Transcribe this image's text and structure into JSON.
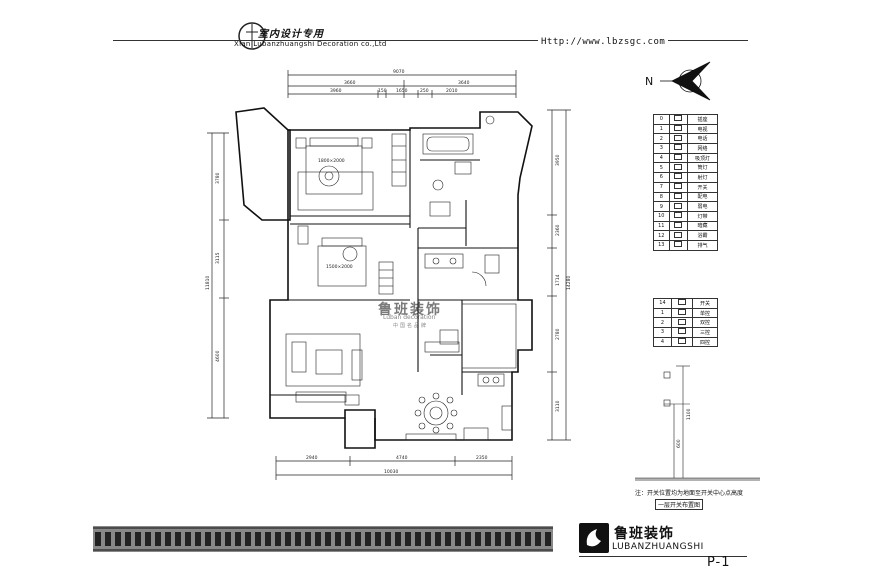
{
  "header": {
    "title": "室内设计专用",
    "subtitle": "Xian  Lubanzhuangshi Decoration co.,Ltd",
    "url": "Http://www.lbzsgc.com"
  },
  "compass": {
    "label": "N"
  },
  "dimensions": {
    "top_total": "9070",
    "top_parts": [
      "3660",
      "3640"
    ],
    "top_sub": [
      "3960",
      "150",
      "1650",
      "250",
      "2010"
    ],
    "bottom_total": "10030",
    "bottom_parts": [
      "2940",
      "4740",
      "2350"
    ],
    "left_parts": [
      "3780",
      "3115",
      "4600"
    ],
    "left_total": "11810",
    "right_parts": [
      "3950",
      "2360",
      "1714",
      "2780",
      "3110"
    ],
    "right_total": "14280",
    "elev_1": "1100",
    "elev_2": "600"
  },
  "room_labels": {
    "master_bed": "1800×2000",
    "second_bed": "1500×2000"
  },
  "legend": {
    "rows": [
      {
        "n": "0",
        "t": "插座"
      },
      {
        "n": "1",
        "t": "电视"
      },
      {
        "n": "2",
        "t": "电话"
      },
      {
        "n": "3",
        "t": "网络"
      },
      {
        "n": "4",
        "t": "吸顶灯"
      },
      {
        "n": "5",
        "t": "筒灯"
      },
      {
        "n": "6",
        "t": "射灯"
      },
      {
        "n": "7",
        "t": "开关"
      },
      {
        "n": "8",
        "t": "配电"
      },
      {
        "n": "9",
        "t": "弱电"
      },
      {
        "n": "10",
        "t": "灯带"
      },
      {
        "n": "11",
        "t": "暗藏"
      },
      {
        "n": "12",
        "t": "浴霸"
      },
      {
        "n": "13",
        "t": "排气"
      }
    ],
    "rows2": [
      {
        "n": "14",
        "t": "开关"
      },
      {
        "n": "1",
        "t": "单控"
      },
      {
        "n": "2",
        "t": "双控"
      },
      {
        "n": "3",
        "t": "三控"
      },
      {
        "n": "4",
        "t": "四控"
      }
    ]
  },
  "notes": {
    "height_note": "注：开关位置均为地面至开关中心点高度",
    "caption": "一层开关布置图"
  },
  "watermark": {
    "cn": "鲁班装饰",
    "en": "Luban decoration",
    "tag": "中国名品牌"
  },
  "brand": {
    "cn": "鲁班装饰",
    "en": "LUBANZHUANGSHI"
  },
  "page": {
    "number": "P-1"
  }
}
